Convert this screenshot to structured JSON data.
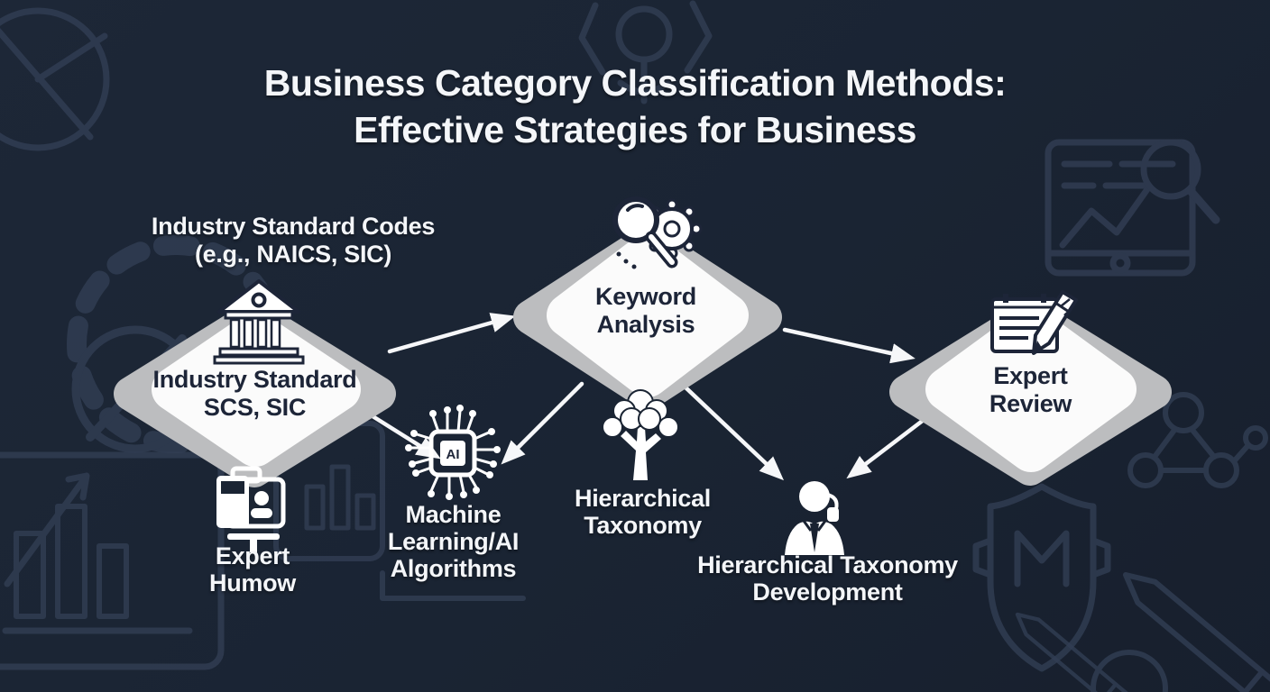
{
  "title": {
    "line1": "Business Category Classification Methods:",
    "line2": "Effective Strategies for Business"
  },
  "annotations": {
    "industry_codes": {
      "line1": "Industry Standard Codes",
      "line2": "(e.g., NAICS, SIC)"
    }
  },
  "diamonds": {
    "industry_standard": {
      "line1": "Industry Standard",
      "line2": "SCS, SIC",
      "icon": "bank-icon"
    },
    "keyword_analysis": {
      "line1": "Keyword",
      "line2": "Analysis",
      "icon": "search-gear-icon"
    },
    "expert_review": {
      "line1": "Expert",
      "line2": "Review",
      "icon": "notepad-pencil-icon"
    }
  },
  "labels": {
    "machine_learning": {
      "line1": "Machine",
      "line2": "Learning/AI",
      "line3": "Algorithms",
      "icon": "ai-chip-icon",
      "chip_text": "AI"
    },
    "hierarchical_taxonomy": {
      "line1": "Hierarchical",
      "line2": "Taxonomy",
      "icon": "tree-icon"
    },
    "expert_humow": {
      "line1": "Expert",
      "line2": "Humow",
      "icon": "briefcase-person-icon"
    },
    "taxonomy_development": {
      "line1": "Hierarchical Taxonomy",
      "line2": "Development",
      "icon": "person-headset-icon"
    }
  },
  "colors": {
    "background": "#1a2433",
    "diamond_outer": "#bcbdbf",
    "diamond_inner": "#fbfbfb",
    "text_light": "#f4f6f9",
    "text_dark": "#1d2538",
    "decoration": "#323e54",
    "arrow": "#f6f7f9"
  }
}
